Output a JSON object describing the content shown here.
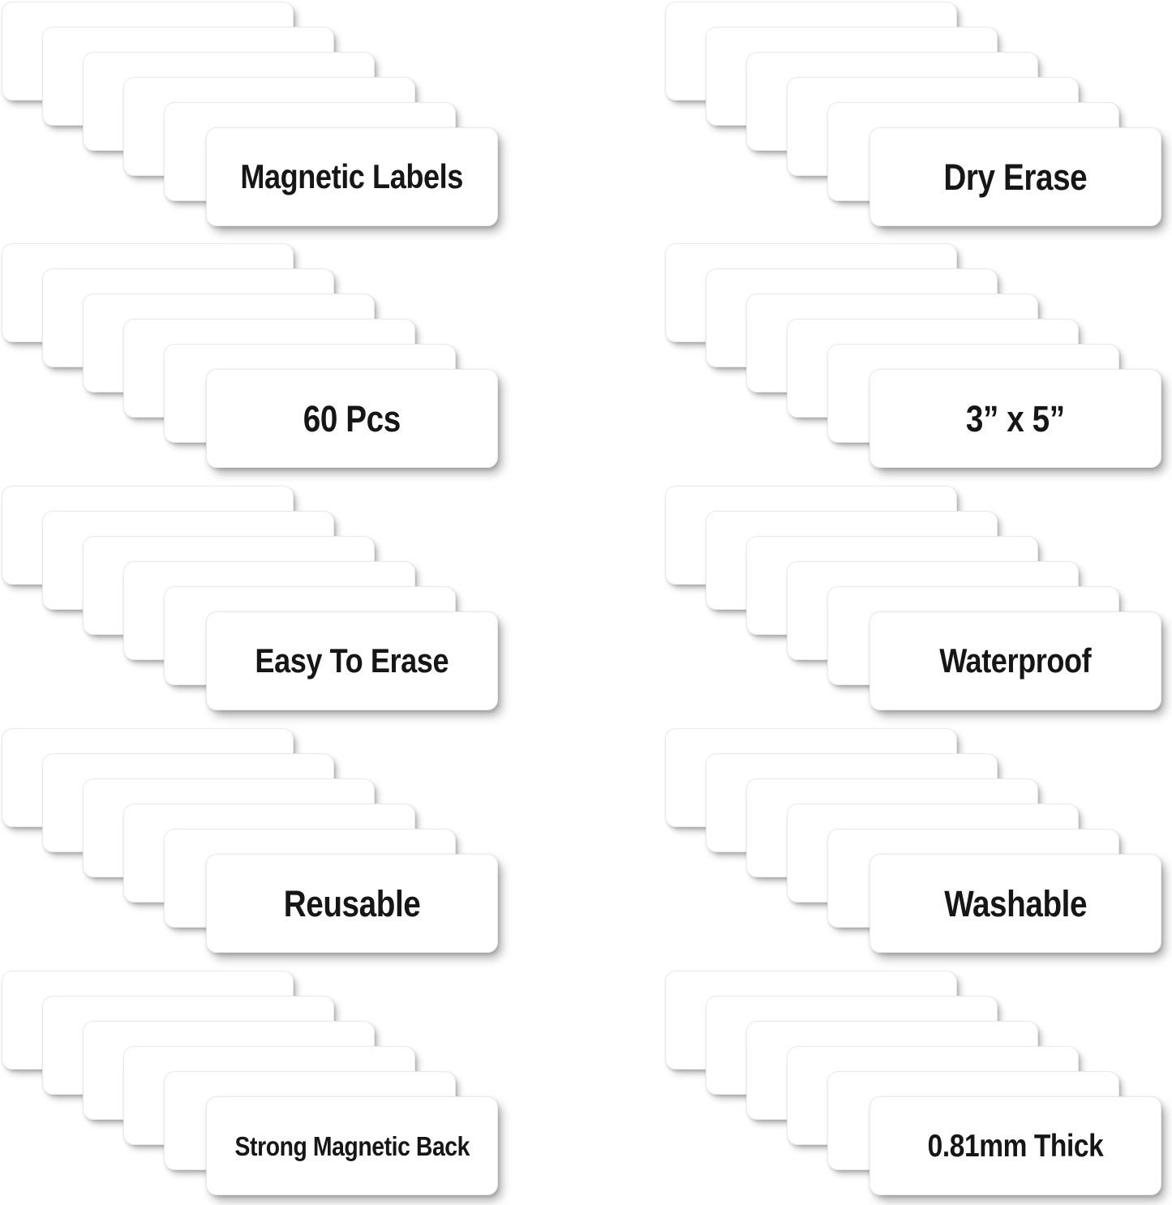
{
  "page": {
    "kind": "product-feature-infographic",
    "subject": "Magnetic Dry Erase Labels",
    "background_color": "#ffffff",
    "card_color": "#ffffff",
    "card_border_color": "#e9e9e9",
    "text_color": "#161616",
    "columns": 2,
    "rows": 5,
    "cards_per_stack": 6
  },
  "features": [
    {
      "id": "magnetic-labels",
      "label": "Magnetic Labels",
      "column": "left",
      "row": 1,
      "size": "lg"
    },
    {
      "id": "dry-erase",
      "label": "Dry Erase",
      "column": "right",
      "row": 1,
      "size": "xl"
    },
    {
      "id": "quantity",
      "label": "60 Pcs",
      "column": "left",
      "row": 2,
      "size": "xl"
    },
    {
      "id": "dimensions",
      "label": "3” x 5”",
      "column": "right",
      "row": 2,
      "size": "xl"
    },
    {
      "id": "easy-to-erase",
      "label": "Easy To Erase",
      "column": "left",
      "row": 3,
      "size": "lg"
    },
    {
      "id": "waterproof",
      "label": "Waterproof",
      "column": "right",
      "row": 3,
      "size": "lg"
    },
    {
      "id": "reusable",
      "label": "Reusable",
      "column": "left",
      "row": 4,
      "size": "xl"
    },
    {
      "id": "washable",
      "label": "Washable",
      "column": "right",
      "row": 4,
      "size": "xl"
    },
    {
      "id": "strong-magnetic-back",
      "label": "Strong Magnetic Back",
      "column": "left",
      "row": 5,
      "size": "sm"
    },
    {
      "id": "thickness",
      "label": "0.81mm Thick",
      "column": "right",
      "row": 5,
      "size": "md"
    }
  ]
}
